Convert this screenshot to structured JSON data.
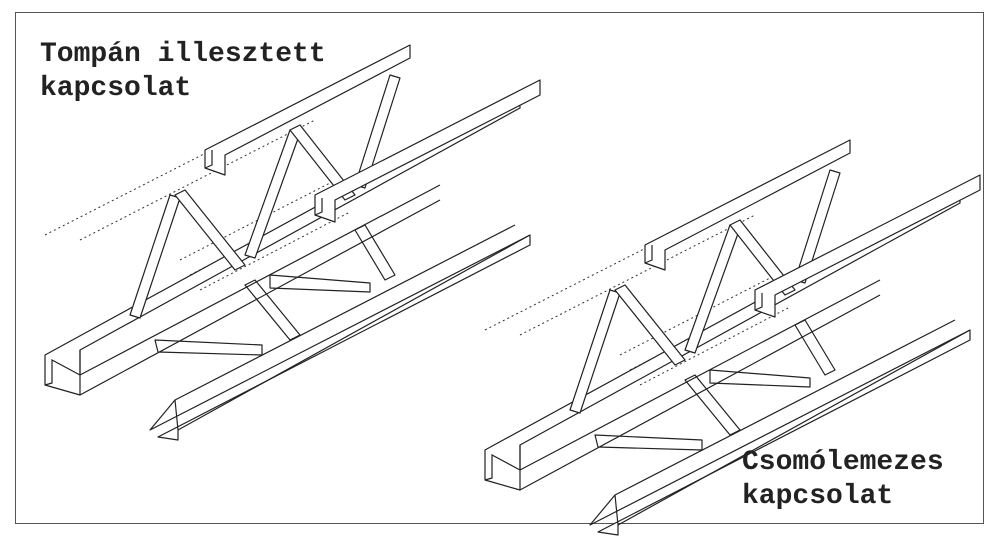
{
  "diagram": {
    "left_caption": {
      "line1": "Tompán illesztett",
      "line2": "kapcsolat"
    },
    "right_caption": {
      "line1": "Csomólemezes",
      "line2": "kapcsolat"
    },
    "stroke_color": "#222222"
  }
}
